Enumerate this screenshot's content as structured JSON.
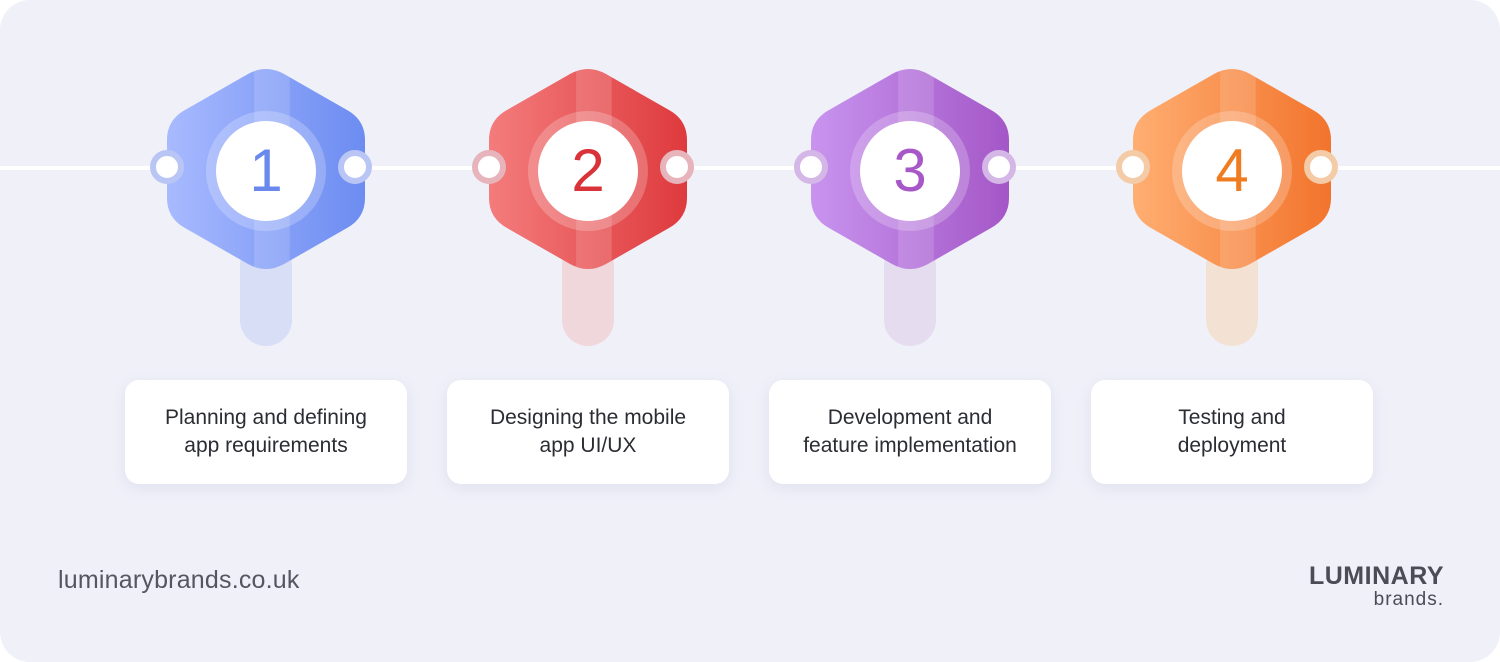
{
  "steps": [
    {
      "number": "1",
      "label": "Planning and defining\napp requirements",
      "colors": {
        "start": "#a8baff",
        "end": "#6c8cf1",
        "number": "#6a89ec",
        "stem": "#d7def6",
        "node_border": "#b9c6f5"
      }
    },
    {
      "number": "2",
      "label": "Designing the mobile\napp UI/UX",
      "colors": {
        "start": "#f47c7c",
        "end": "#de3a3d",
        "number": "#d93238",
        "stem": "#f0d7dc",
        "node_border": "#e7b4bb"
      }
    },
    {
      "number": "3",
      "label": "Development and\nfeature implementation",
      "colors": {
        "start": "#c894ef",
        "end": "#a457c7",
        "number": "#a757c7",
        "stem": "#e6dcef",
        "node_border": "#d4b7e6"
      }
    },
    {
      "number": "4",
      "label": "Testing and\ndeployment",
      "colors": {
        "start": "#ffae72",
        "end": "#f2742c",
        "number": "#f07c22",
        "stem": "#f3e1d4",
        "node_border": "#f4cba7"
      }
    }
  ],
  "footer": {
    "url": "luminarybrands.co.uk",
    "logo_main": "LUMINARY",
    "logo_sub": "brands."
  }
}
